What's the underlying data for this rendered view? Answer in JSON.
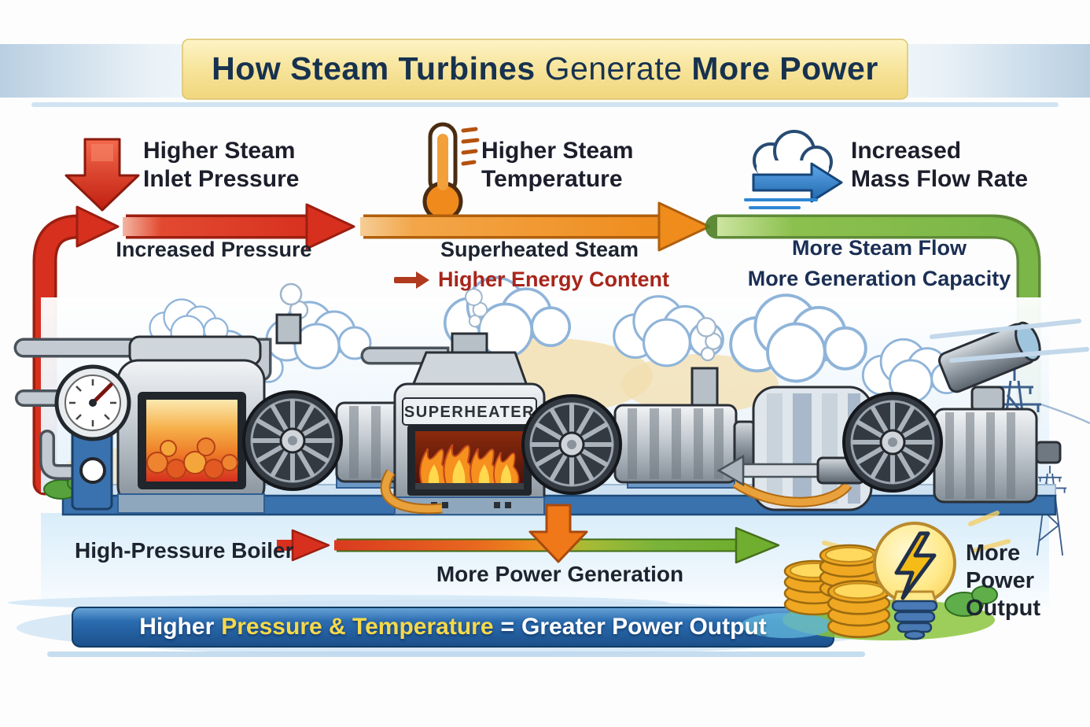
{
  "title": {
    "bold1": "How Steam Turbines",
    "regular": "Generate",
    "bold2": "More Power"
  },
  "factors": [
    {
      "icon": "red-down-arrow-icon",
      "line1": "Higher Steam",
      "line2": "Inlet Pressure"
    },
    {
      "icon": "thermometer-icon",
      "line1": "Higher Steam",
      "line2": "Temperature"
    },
    {
      "icon": "cloud-flow-icon",
      "line1": "Increased",
      "line2": "Mass Flow Rate"
    }
  ],
  "flow": {
    "increased_pressure": "Increased Pressure",
    "superheated_steam": "Superheated Steam",
    "higher_energy_content": "Higher Energy Content",
    "more_steam_flow": "More Steam Flow",
    "more_generation_capacity": "More Generation Capacity"
  },
  "machinery": {
    "superheater": "SUPERHEATER"
  },
  "bottom": {
    "boiler_label": "High-Pressure Boiler",
    "generation_label": "More Power Generation",
    "output": [
      "More",
      "Power",
      "Output"
    ]
  },
  "banner": {
    "white1": "Higher",
    "yellow": "Pressure & Temperature",
    "equals": "=",
    "white2": "Greater Power Output"
  },
  "colors": {
    "red": "#d7301f",
    "orange": "#ef8c1c",
    "green": "#7ab648",
    "dark_red_text": "#a8251b",
    "navy_text": "#1b2f55",
    "body_text": "#1d2430",
    "banner_blue": "#2b6cb0",
    "banner_yellow": "#f6d94a",
    "title_bg": "#f7e49b",
    "title_text": "#17324f"
  }
}
